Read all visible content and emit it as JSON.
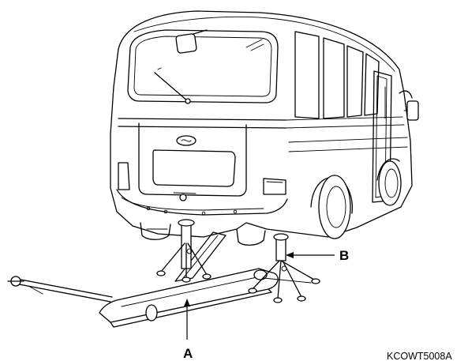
{
  "figure": {
    "callout_a": "A",
    "callout_b": "B",
    "figure_code": "KCOWT5008A"
  }
}
